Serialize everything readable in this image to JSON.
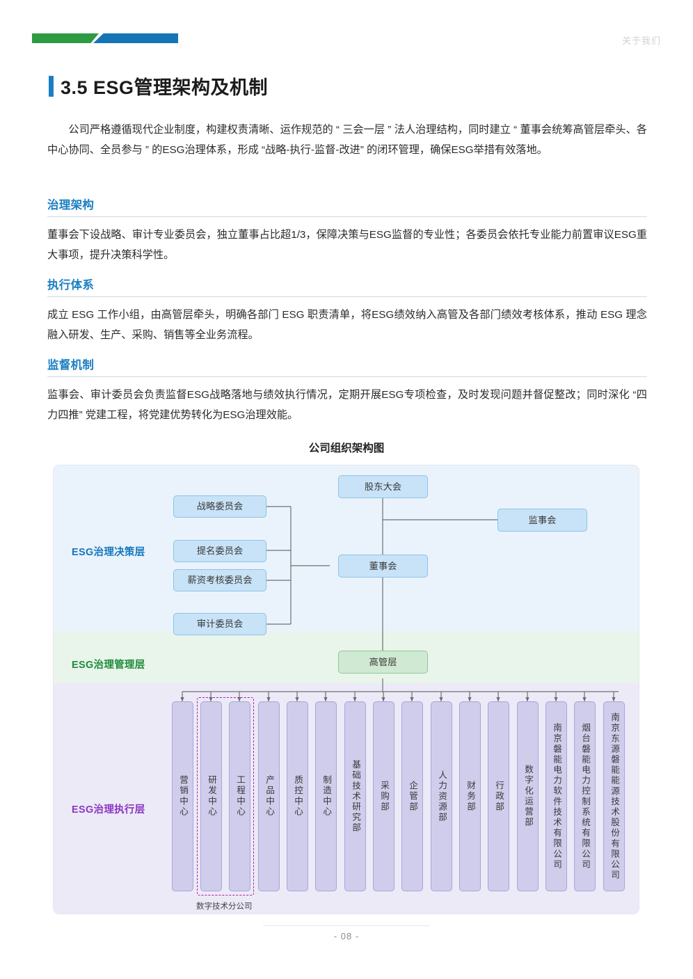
{
  "header": {
    "right_label": "关于我们",
    "logo_green_color": "#2e9b43",
    "logo_blue_color": "#1474b5"
  },
  "section": {
    "number": "3.5",
    "title": "3.5 ESG管理架构及机制",
    "accent_color": "#1b7fc4"
  },
  "intro": "公司严格遵循现代企业制度，构建权责清晰、运作规范的 “ 三会一层 ” 法人治理结构，同时建立 “ 董事会统筹高管层牵头、各中心协同、全员参与 ” 的ESG治理体系，形成 “战略-执行-监督-改进” 的闭环管理，确保ESG举措有效落地。",
  "subsections": [
    {
      "heading": "治理架构",
      "body": "董事会下设战略、审计专业委员会，独立董事占比超1/3，保障决策与ESG监督的专业性；各委员会依托专业能力前置审议ESG重大事项，提升决策科学性。"
    },
    {
      "heading": "执行体系",
      "body": "成立 ESG 工作小组，由高管层牵头，明确各部门 ESG 职责清单，将ESG绩效纳入高管及各部门绩效考核体系，推动 ESG 理念融入研发、生产、采购、销售等全业务流程。"
    },
    {
      "heading": "监督机制",
      "body": "监事会、审计委员会负责监督ESG战略落地与绩效执行情况，定期开展ESG专项检查，及时发现问题并督促整改；同时深化 “四力四推” 党建工程，将党建优势转化为ESG治理效能。"
    }
  ],
  "chart_data": {
    "type": "diagram",
    "title": "公司组织架构图",
    "layers": [
      {
        "id": "decision",
        "label": "ESG治理决策层",
        "color": "#1477bf",
        "band_color": "#eaf3fb"
      },
      {
        "id": "manage",
        "label": "ESG治理管理层",
        "color": "#1f8a3b",
        "band_color": "#e9f5ea"
      },
      {
        "id": "exec",
        "label": "ESG治理执行层",
        "color": "#8b37c2",
        "band_color": "#eceaf7"
      }
    ],
    "nodes": {
      "shareholders": "股东大会",
      "supervisors": "监事会",
      "board": "董事会",
      "executives": "高管层",
      "committees": [
        "战略委员会",
        "提名委员会",
        "薪资考核委员会",
        "审计委员会"
      ],
      "departments": [
        "营销中心",
        "研发中心",
        "工程中心",
        "产品中心",
        "质控中心",
        "制造中心",
        "基础技术研究部",
        "采购部",
        "企管部",
        "人力资源部",
        "财务部",
        "行政部",
        "数字化运营部",
        "南京磐能电力软件技术有限公司",
        "烟台磐能电力控制系统有限公司",
        "南京东源磐能能源技术股份有限公司"
      ]
    },
    "annotation": {
      "group_label": "数字技术分公司",
      "group_members": [
        "研发中心",
        "工程中心"
      ],
      "group_color": "#b0209b"
    },
    "edges": [
      {
        "from": "股东大会",
        "to": "监事会"
      },
      {
        "from": "股东大会",
        "to": "董事会"
      },
      {
        "from": "董事会",
        "to": "战略委员会"
      },
      {
        "from": "董事会",
        "to": "提名委员会"
      },
      {
        "from": "董事会",
        "to": "薪资考核委员会"
      },
      {
        "from": "董事会",
        "to": "审计委员会"
      },
      {
        "from": "董事会",
        "to": "高管层"
      },
      {
        "from": "高管层",
        "to": "各部门"
      }
    ]
  },
  "footer": {
    "page_number": "- 08 -"
  }
}
